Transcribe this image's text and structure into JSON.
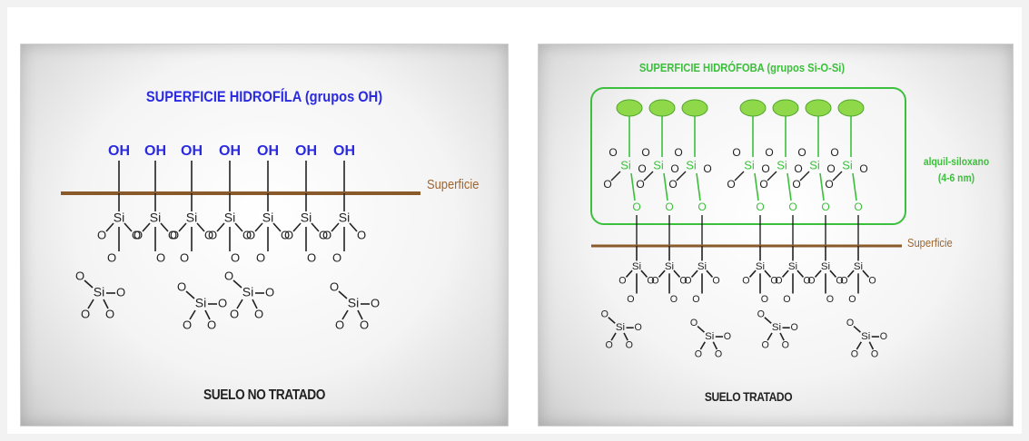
{
  "left_panel": {
    "title": "SUPERFICIE HIDROFÍLA (grupos OH)",
    "oh_label": "OH",
    "surface_label": "Superficie",
    "bottom_label": "SUELO NO TRATADO"
  },
  "right_panel": {
    "title": "SUPERFICIE HIDRÓFOBA (grupos Si-O-Si)",
    "side_label": "alquil-siloxano",
    "side_sublabel": "(4-6 nm)",
    "surface_label": "Superficie",
    "bottom_label": "SUELO TRATADO"
  },
  "atoms": {
    "si": "Si",
    "o": "O"
  },
  "colors": {
    "hydrophilic": "#2a2ae0",
    "hydrophobic": "#3cbf3c",
    "surface_line": "#8b5a2b",
    "bonds": "#222222"
  }
}
